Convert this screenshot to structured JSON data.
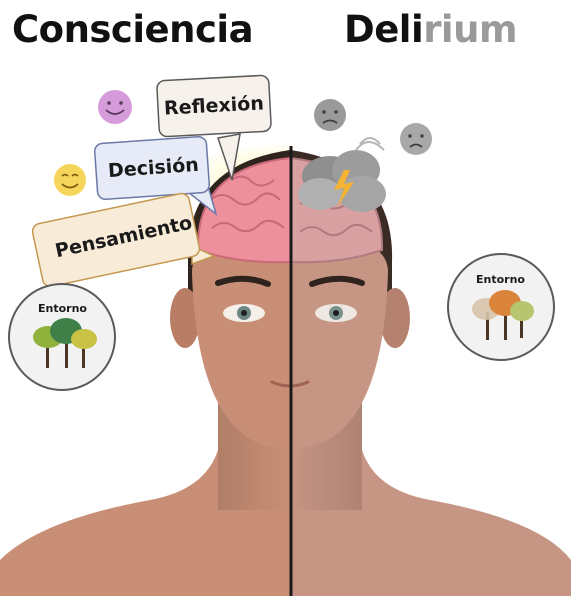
{
  "titles": {
    "left": "Consciencia",
    "right_main": "Deli",
    "right_faded": "rium"
  },
  "thoughts": {
    "reflexion": "Reflexión",
    "decision": "Decisión",
    "pensamiento": "Pensamiento"
  },
  "environment": {
    "left_label": "Entorno",
    "right_label": "Entorno"
  },
  "colors": {
    "skin_left": "#c98f76",
    "skin_right": "#c69583",
    "brain_left": "#ee8f9c",
    "brain_right": "#d9a0a2",
    "hair": "#2f231d",
    "divider": "#1a1a1a",
    "emoji_purple": "#d59bdb",
    "emoji_yellow": "#f6d65a",
    "emoji_gray": "#9a9a9a"
  }
}
